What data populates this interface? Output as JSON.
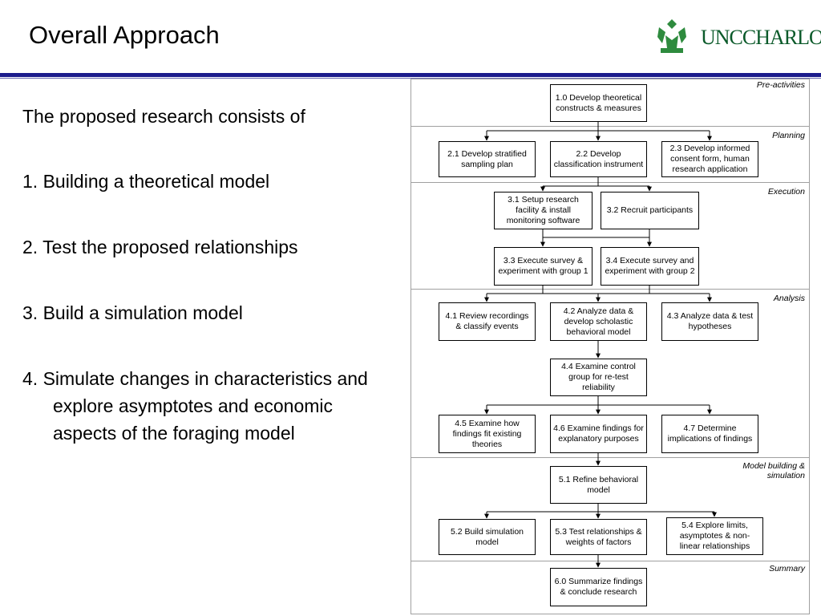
{
  "slide": {
    "title": "Overall Approach",
    "logo_text": "UNCCHARLOTTE"
  },
  "body": {
    "intro": "The proposed research consists of",
    "items": [
      "1. Building a theoretical model",
      "2. Test the proposed relationships",
      "3. Build a simulation model",
      "4. Simulate changes in characteristics and explore asymptotes and economic aspects of the foraging model"
    ]
  },
  "flowchart": {
    "phases": {
      "pre": "Pre-activities",
      "planning": "Planning",
      "execution": "Execution",
      "analysis": "Analysis",
      "model": "Model building & simulation",
      "summary": "Summary"
    },
    "boxes": {
      "b10": "1.0 Develop theoretical constructs & measures",
      "b21": "2.1 Develop stratified sampling plan",
      "b22": "2.2 Develop classification instrument",
      "b23": "2.3 Develop informed consent form, human research application",
      "b31": "3.1 Setup research facility & install monitoring software",
      "b32": "3.2 Recruit participants",
      "b33": "3.3 Execute survey & experiment with group 1",
      "b34": "3.4 Execute survey and experiment with group 2",
      "b41": "4.1 Review recordings & classify events",
      "b42": "4.2 Analyze data & develop scholastic behavioral model",
      "b43": "4.3 Analyze data & test hypotheses",
      "b44": "4.4 Examine control group for re-test reliability",
      "b45": "4.5 Examine how findings fit existing theories",
      "b46": "4.6 Examine findings for explanatory purposes",
      "b47": "4.7 Determine implications of findings",
      "b51": "5.1 Refine behavioral model",
      "b52": "5.2 Build simulation model",
      "b53": "5.3 Test relationships & weights of factors",
      "b54": "5.4 Explore limits, asymptotes & non-linear relationships",
      "b60": "6.0 Summarize findings & conclude research"
    }
  },
  "colors": {
    "brand_green": "#0b5a2a",
    "rule_navy": "#1c1c8c"
  }
}
